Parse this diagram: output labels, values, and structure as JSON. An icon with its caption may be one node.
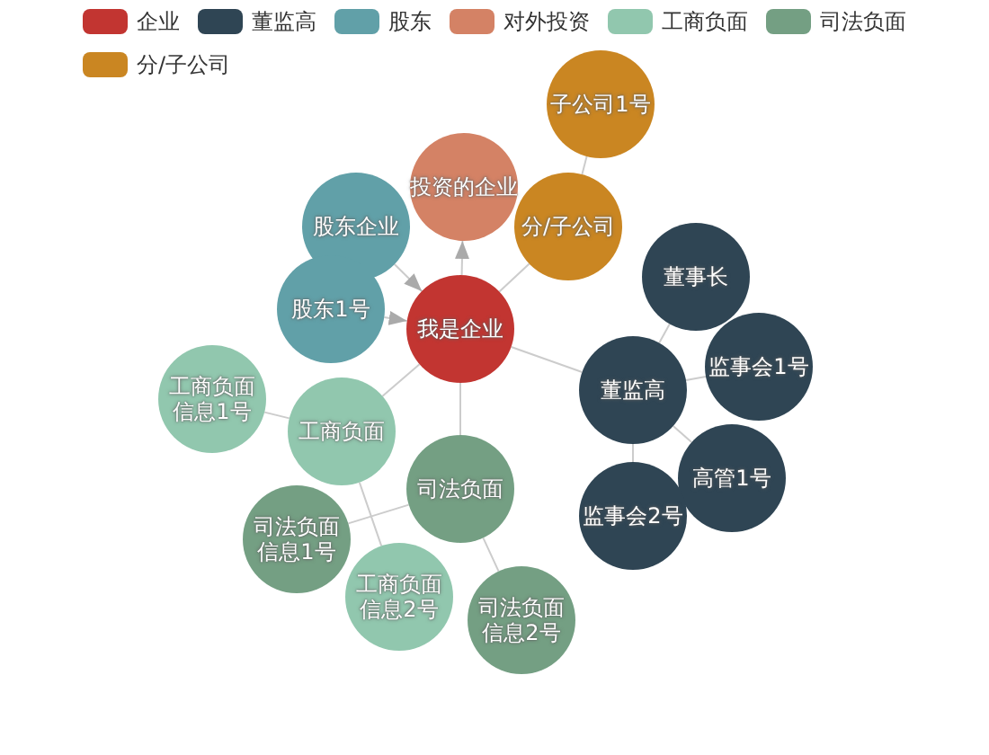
{
  "diagram": {
    "nodes": [
      {
        "text": [
          "我是企业"
        ]
      },
      {
        "text": [
          "股东企业"
        ]
      },
      {
        "text": [
          "股东1号"
        ]
      },
      {
        "text": [
          "投资的企业"
        ]
      },
      {
        "text": [
          "分/子公司"
        ]
      },
      {
        "text": [
          "子公司1号"
        ]
      },
      {
        "text": [
          "董监高"
        ]
      },
      {
        "text": [
          "董事长"
        ]
      },
      {
        "text": [
          "监事会1号"
        ]
      },
      {
        "text": [
          "高管1号"
        ]
      },
      {
        "text": [
          "监事会2号"
        ]
      },
      {
        "text": [
          "工商负面"
        ]
      },
      {
        "text": [
          "工商负面信息1号"
        ]
      },
      {
        "text": [
          "工商负面信息2号"
        ]
      },
      {
        "text": [
          "司法负面"
        ]
      },
      {
        "text": [
          "司法负面信息1号"
        ]
      },
      {
        "text": [
          "司法负面信息2号"
        ]
      }
    ],
    "edges": [
      {
        "from": 1,
        "to": 0,
        "arrow": "to"
      },
      {
        "from": 2,
        "to": 0,
        "arrow": "to"
      },
      {
        "from": 0,
        "to": 3,
        "arrow": "to"
      },
      {
        "from": 0,
        "to": 4,
        "arrow": "none"
      },
      {
        "from": 4,
        "to": 5,
        "arrow": "none"
      },
      {
        "from": 0,
        "to": 6,
        "arrow": "none"
      },
      {
        "from": 6,
        "to": 7,
        "arrow": "none"
      },
      {
        "from": 6,
        "to": 8,
        "arrow": "none"
      },
      {
        "from": 6,
        "to": 9,
        "arrow": "none"
      },
      {
        "from": 6,
        "to": 10,
        "arrow": "none"
      },
      {
        "from": 0,
        "to": 11,
        "arrow": "none"
      },
      {
        "from": 11,
        "to": 12,
        "arrow": "none"
      },
      {
        "from": 11,
        "to": 13,
        "arrow": "none"
      },
      {
        "from": 0,
        "to": 14,
        "arrow": "none"
      },
      {
        "from": 14,
        "to": 15,
        "arrow": "none"
      },
      {
        "from": 14,
        "to": 16,
        "arrow": "none"
      }
    ],
    "legend": [
      {
        "text": "企业",
        "color": "#c23531"
      },
      {
        "text": "董监高",
        "color": "#2f4554"
      },
      {
        "text": "股东",
        "color": "#61a0a8"
      },
      {
        "text": "对外投资",
        "color": "#d48265"
      },
      {
        "text": "工商负面",
        "color": "#91c7ae"
      },
      {
        "text": "司法负面",
        "color": "#749f83"
      },
      {
        "text": "分/子公司",
        "color": "#ca8622"
      }
    ]
  }
}
